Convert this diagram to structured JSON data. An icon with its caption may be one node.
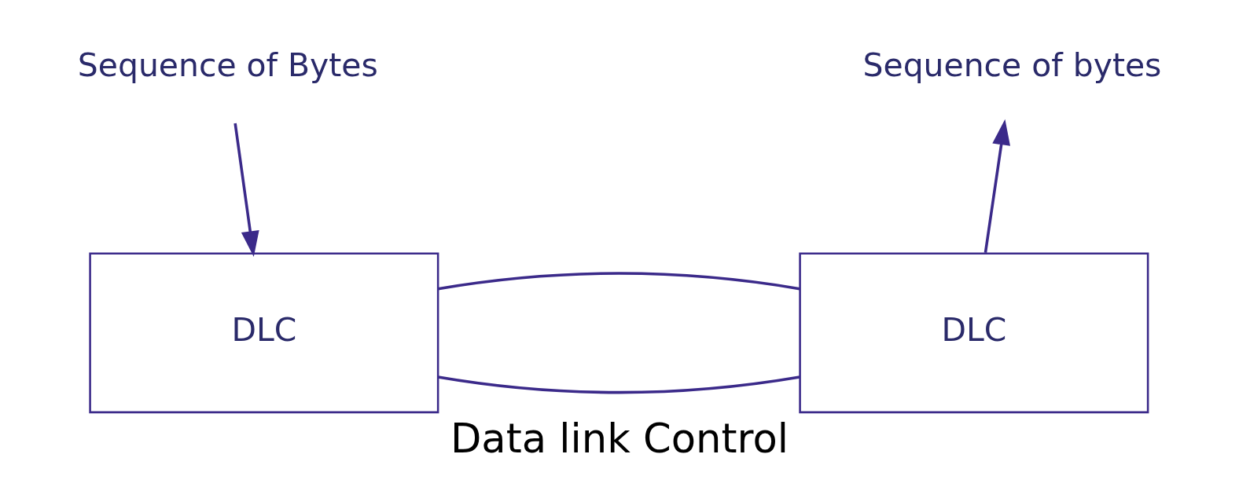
{
  "diagram": {
    "caption": "Data link Control",
    "nodes": [
      {
        "text": [
          "Sequence of Bytes"
        ]
      },
      {
        "text": [
          "DLC"
        ]
      },
      {
        "text": [
          "DLC"
        ]
      },
      {
        "text": [
          "Sequence of bytes"
        ]
      }
    ],
    "edges": [
      {
        "from": 0,
        "to": 1,
        "arrow": "to"
      },
      {
        "from": 1,
        "to": 2,
        "arrow": "none"
      },
      {
        "from": 1,
        "to": 2,
        "arrow": "none"
      },
      {
        "from": 2,
        "to": 3,
        "arrow": "to"
      }
    ]
  }
}
